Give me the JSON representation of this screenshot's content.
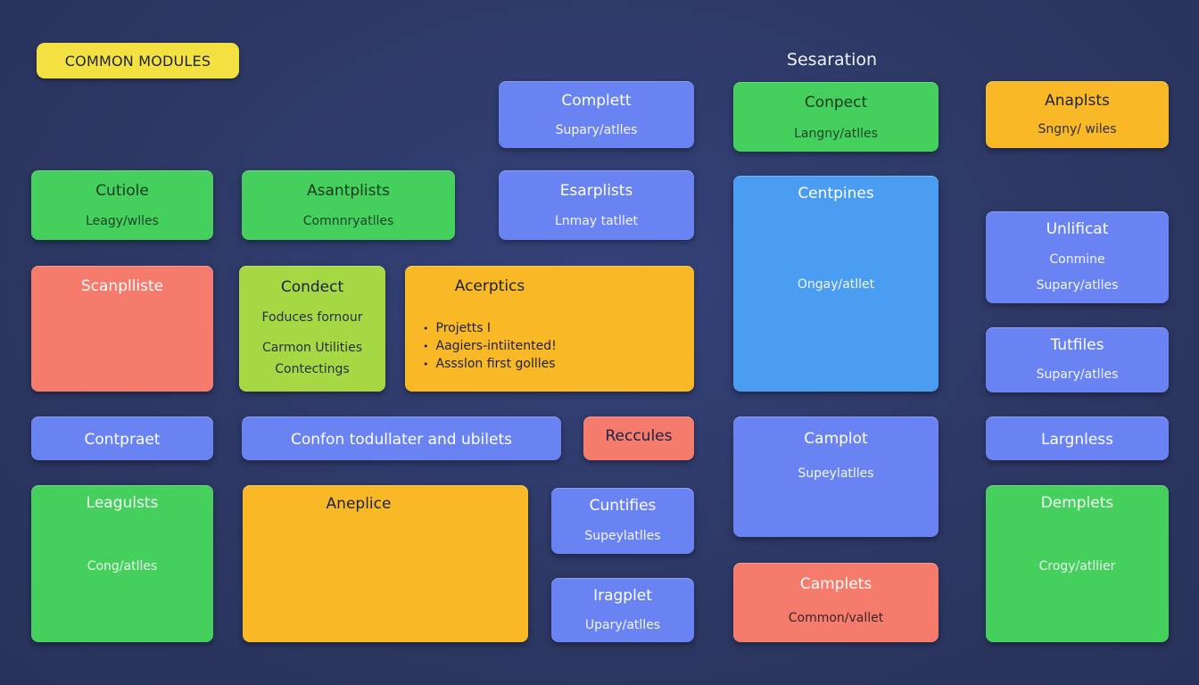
{
  "header": {
    "badge_label": "COMMON MODULES",
    "section_label": "Sesaration"
  },
  "cards": {
    "complett": {
      "title": "Complett",
      "sub": "Supary/atlles"
    },
    "conpect": {
      "title": "Conpect",
      "sub": "Langny/atlles"
    },
    "anaplsts": {
      "title": "Anaplsts",
      "sub": "Sngny/ wiles"
    },
    "cutiole": {
      "title": "Cutiole",
      "sub": "Leagy/wlles"
    },
    "asantplists": {
      "title": "Asantplists",
      "sub": "Comnnryatlles"
    },
    "esarplists": {
      "title": "Esarplists",
      "sub": "Lnmay tatllet"
    },
    "centpines": {
      "title": "Centpines",
      "sub": "Ongay/atllet"
    },
    "unificat": {
      "title": "Unlificat",
      "line1": "Conmine",
      "sub": "Supary/atlles"
    },
    "scanplliste": {
      "title": "Scanplliste"
    },
    "condect": {
      "title": "Condect",
      "line1": "Foduces fornour",
      "line2": "Carmon Utilities",
      "line3": "Contectings"
    },
    "acerptics": {
      "title": "Acerptics",
      "bullets": [
        "Projetts I",
        "Aagiers-intiitented!",
        "Assslon first gollles"
      ]
    },
    "tutfiles": {
      "title": "Tutfiles",
      "sub": "Supary/atlles"
    },
    "contpraet": {
      "title": "Contpraet"
    },
    "confon": {
      "title": "Confon todullater and ubilets"
    },
    "reccules": {
      "title": "Reccules"
    },
    "camplot": {
      "title": "Camplot",
      "sub": "Supeylatlles"
    },
    "largnless": {
      "title": "Largnless"
    },
    "leagulsts": {
      "title": "Leagulsts",
      "sub": "Cong/atlles"
    },
    "aneplice": {
      "title": "Aneplice"
    },
    "cuntifies": {
      "title": "Cuntifies",
      "sub": "Supeylatlles"
    },
    "demplets": {
      "title": "Demplets",
      "sub": "Crogy/atllier"
    },
    "iragplet": {
      "title": "Iragplet",
      "sub": "Upary/atlles"
    },
    "camplets": {
      "title": "Camplets",
      "sub": "Common/vallet"
    }
  },
  "colors": {
    "background": "#2e3a66",
    "green": "#45cf5c",
    "blue": "#6a83f2",
    "orange": "#f9b927",
    "coral": "#f57b6d",
    "sky": "#4a9df0",
    "lime": "#a6d844",
    "badge": "#f3e142"
  }
}
